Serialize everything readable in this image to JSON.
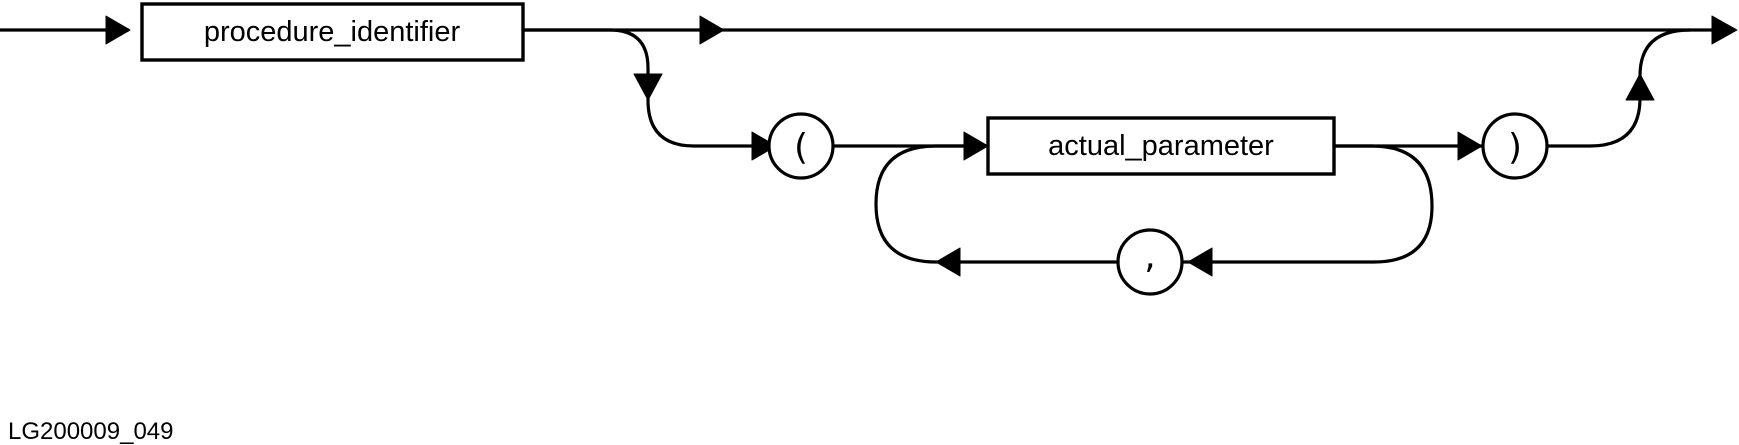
{
  "diagram": {
    "nonterminals": {
      "procedure_identifier": "procedure_identifier",
      "actual_parameter": "actual_parameter"
    },
    "terminals": {
      "open_paren": "(",
      "close_paren": ")",
      "comma": ","
    },
    "figure_id": "LG200009_049"
  }
}
